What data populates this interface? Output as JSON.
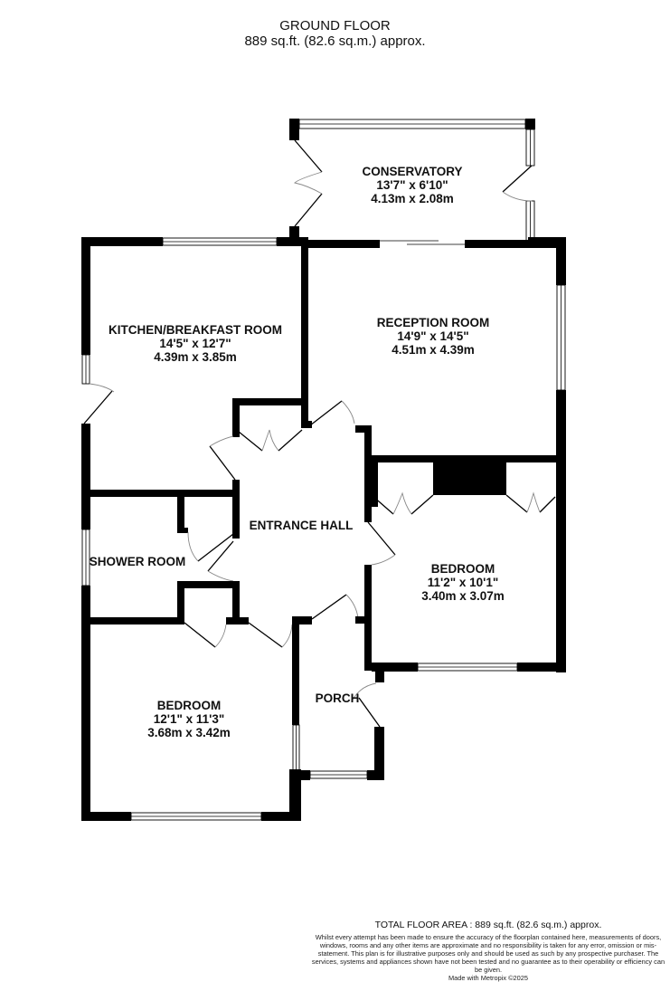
{
  "header": {
    "floor_name": "GROUND FLOOR",
    "floor_area": "889 sq.ft. (82.6 sq.m.) approx."
  },
  "rooms": [
    {
      "name": "CONSERVATORY",
      "imperial": "13'7\"  x 6'10\"",
      "metric": "4.13m  x 2.08m"
    },
    {
      "name": "KITCHEN/BREAKFAST ROOM",
      "imperial": "14'5\"  x 12'7\"",
      "metric": "4.39m  x 3.85m"
    },
    {
      "name": "RECEPTION ROOM",
      "imperial": "14'9\"  x 14'5\"",
      "metric": "4.51m  x 4.39m"
    },
    {
      "name": "ENTRANCE HALL"
    },
    {
      "name": "SHOWER ROOM"
    },
    {
      "name": "BEDROOM",
      "imperial": "11'2\"  x 10'1\"",
      "metric": "3.40m  x 3.07m"
    },
    {
      "name": "BEDROOM",
      "imperial": "12'1\"  x 11'3\"",
      "metric": "3.68m  x 3.42m"
    },
    {
      "name": "PORCH"
    }
  ],
  "footer": {
    "total_area": "TOTAL FLOOR AREA : 889 sq.ft. (82.6 sq.m.) approx.",
    "disclaimer": "Whilst every attempt has been made to ensure the accuracy of the floorplan contained here, measurements of doors, windows, rooms and any other items are approximate and no responsibility is taken for any error, omission or mis-statement. This plan is for illustrative purposes only and should be used as such by any prospective purchaser. The services, systems and appliances shown have not been tested and no guarantee as to their operability or efficiency can be given.",
    "made_with": "Made with Metropix ©2025"
  },
  "colors": {
    "wall": "#000000",
    "background": "#ffffff",
    "door_arc": "#888888"
  }
}
